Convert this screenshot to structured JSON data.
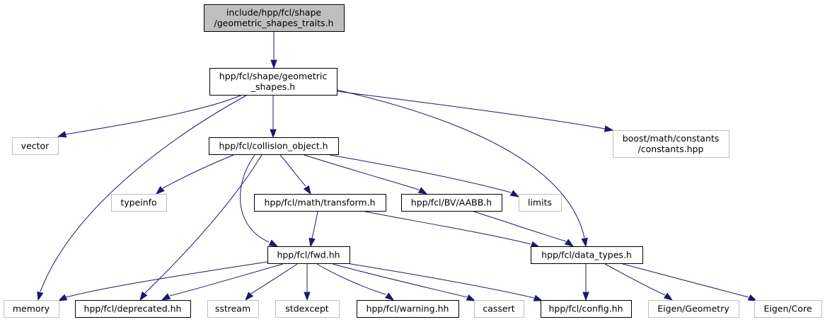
{
  "diagram": {
    "type": "include-dependency-graph",
    "colors": {
      "edge": "#191970",
      "root_fill": "#bfbfbf",
      "node_stroke": "#000000",
      "system_stroke": "#bfbfbf",
      "text": "#000000"
    },
    "nodes": [
      {
        "id": "root",
        "lines": [
          "include/hpp/fcl/shape",
          "/geometric_shapes_traits.h"
        ],
        "kind": "root"
      },
      {
        "id": "geometric_shapes",
        "lines": [
          "hpp/fcl/shape/geometric",
          "_shapes.h"
        ],
        "kind": "local"
      },
      {
        "id": "vector",
        "lines": [
          "vector"
        ],
        "kind": "system"
      },
      {
        "id": "collision_object",
        "lines": [
          "hpp/fcl/collision_object.h"
        ],
        "kind": "local"
      },
      {
        "id": "boost_constants",
        "lines": [
          "boost/math/constants",
          "/constants.hpp"
        ],
        "kind": "system"
      },
      {
        "id": "typeinfo",
        "lines": [
          "typeinfo"
        ],
        "kind": "system"
      },
      {
        "id": "transform",
        "lines": [
          "hpp/fcl/math/transform.h"
        ],
        "kind": "local"
      },
      {
        "id": "aabb",
        "lines": [
          "hpp/fcl/BV/AABB.h"
        ],
        "kind": "local"
      },
      {
        "id": "limits",
        "lines": [
          "limits"
        ],
        "kind": "system"
      },
      {
        "id": "fwd",
        "lines": [
          "hpp/fcl/fwd.hh"
        ],
        "kind": "local"
      },
      {
        "id": "data_types",
        "lines": [
          "hpp/fcl/data_types.h"
        ],
        "kind": "local"
      },
      {
        "id": "memory",
        "lines": [
          "memory"
        ],
        "kind": "system"
      },
      {
        "id": "deprecated",
        "lines": [
          "hpp/fcl/deprecated.hh"
        ],
        "kind": "local"
      },
      {
        "id": "sstream",
        "lines": [
          "sstream"
        ],
        "kind": "system"
      },
      {
        "id": "stdexcept",
        "lines": [
          "stdexcept"
        ],
        "kind": "system"
      },
      {
        "id": "warning",
        "lines": [
          "hpp/fcl/warning.hh"
        ],
        "kind": "local"
      },
      {
        "id": "cassert",
        "lines": [
          "cassert"
        ],
        "kind": "system"
      },
      {
        "id": "config",
        "lines": [
          "hpp/fcl/config.hh"
        ],
        "kind": "local"
      },
      {
        "id": "eigen_geometry",
        "lines": [
          "Eigen/Geometry"
        ],
        "kind": "system"
      },
      {
        "id": "eigen_core",
        "lines": [
          "Eigen/Core"
        ],
        "kind": "system"
      }
    ],
    "edges": [
      {
        "from": "root",
        "to": "geometric_shapes"
      },
      {
        "from": "geometric_shapes",
        "to": "vector"
      },
      {
        "from": "geometric_shapes",
        "to": "collision_object"
      },
      {
        "from": "geometric_shapes",
        "to": "boost_constants"
      },
      {
        "from": "geometric_shapes",
        "to": "memory"
      },
      {
        "from": "geometric_shapes",
        "to": "data_types"
      },
      {
        "from": "collision_object",
        "to": "typeinfo"
      },
      {
        "from": "collision_object",
        "to": "transform"
      },
      {
        "from": "collision_object",
        "to": "aabb"
      },
      {
        "from": "collision_object",
        "to": "limits"
      },
      {
        "from": "collision_object",
        "to": "fwd"
      },
      {
        "from": "collision_object",
        "to": "deprecated"
      },
      {
        "from": "transform",
        "to": "fwd"
      },
      {
        "from": "transform",
        "to": "data_types"
      },
      {
        "from": "aabb",
        "to": "data_types"
      },
      {
        "from": "fwd",
        "to": "memory"
      },
      {
        "from": "fwd",
        "to": "deprecated"
      },
      {
        "from": "fwd",
        "to": "sstream"
      },
      {
        "from": "fwd",
        "to": "stdexcept"
      },
      {
        "from": "fwd",
        "to": "warning"
      },
      {
        "from": "fwd",
        "to": "cassert"
      },
      {
        "from": "fwd",
        "to": "config"
      },
      {
        "from": "data_types",
        "to": "config"
      },
      {
        "from": "data_types",
        "to": "eigen_geometry"
      },
      {
        "from": "data_types",
        "to": "eigen_core"
      }
    ]
  }
}
